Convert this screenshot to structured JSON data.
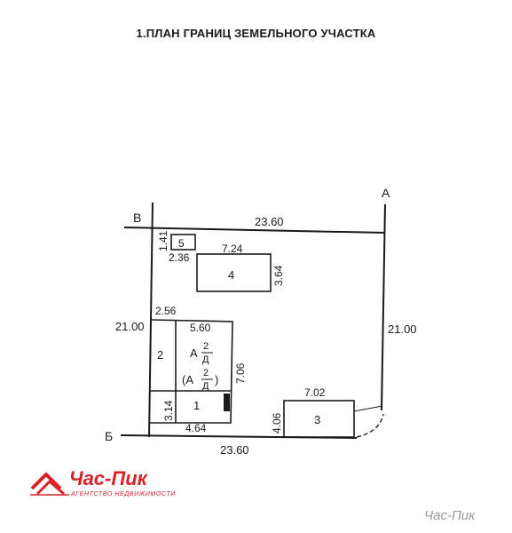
{
  "title": "1.ПЛАН ГРАНИЦ ЗЕМЕЛЬНОГО УЧАСТКА",
  "corners": {
    "a": "А",
    "b": "Б",
    "v": "В"
  },
  "dimensions": {
    "top": "23.60",
    "bottom": "23.60",
    "left": "21.00",
    "right": "21.00",
    "b5_height": "1.41",
    "b5_width": "2.36",
    "b4_width": "7.24",
    "b4_height": "3.64",
    "b2_width": "2.56",
    "main_width": "5.60",
    "main_height": "7.06",
    "b1_height": "3.14",
    "b1_width": "4.64",
    "b3_width": "7.02",
    "b3_height": "4.06"
  },
  "buildings": {
    "b1": "1",
    "b2": "2",
    "b3": "3",
    "b4": "4",
    "b5": "5",
    "main_letter": "А",
    "main_num": "2",
    "main_den": "Д",
    "paren_open": "(А",
    "paren_close": ")"
  },
  "logo": {
    "name": "Час-Пик",
    "subtitle": "АГЕНТСТВО НЕДВИЖИМОСТИ"
  },
  "watermark": "Час-Пик",
  "colors": {
    "brand": "#d8232a",
    "ink": "#1a1a1a",
    "watermark": "#9a9a9a"
  }
}
